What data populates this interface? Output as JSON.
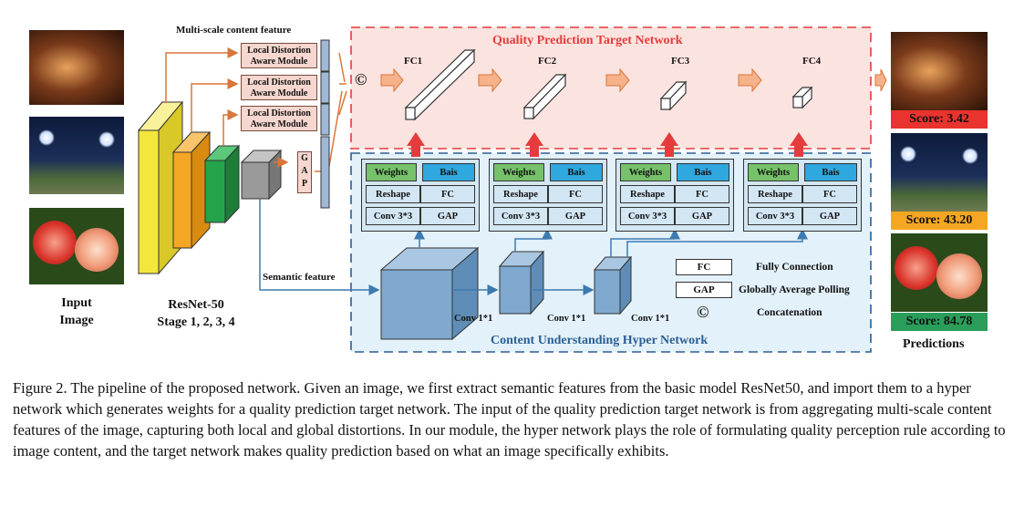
{
  "figure": {
    "multiscale_label": "Multi-scale content feature",
    "ldam_label_line1": "Local Distortion",
    "ldam_label_line2": "Aware Module",
    "gap_letters": [
      "G",
      "A",
      "P"
    ],
    "concat_symbol": "©",
    "target_network_title": "Quality Prediction Target Network",
    "fc_labels": [
      "FC1",
      "FC2",
      "FC3",
      "FC4"
    ],
    "input_label_line1": "Input",
    "input_label_line2": "Image",
    "resnet_label_line1": "ResNet-50",
    "resnet_label_line2": "Stage 1, 2, 3, 4",
    "semantic_feature_label": "Semantic feature",
    "hyper_network_title": "Content Understanding Hyper Network",
    "hyper_block": {
      "weights": "Weights",
      "bais": "Bais",
      "reshape": "Reshape",
      "fc": "FC",
      "conv": "Conv 3*3",
      "gap": "GAP"
    },
    "conv11_label": "Conv 1*1",
    "legend": {
      "fc_box": "FC",
      "fc_text": "Fully Connection",
      "gap_box": "GAP",
      "gap_text": "Globally Average Polling",
      "concat_symbol": "©",
      "concat_text": "Concatenation"
    },
    "scores": [
      "Score:  3.42",
      "Score:  43.20",
      "Score:  84.78"
    ],
    "score_colors": [
      "#e8332e",
      "#f5a623",
      "#2a9d5a"
    ],
    "predictions_label": "Predictions"
  },
  "caption": "Figure 2. The pipeline of the proposed network. Given an image, we first extract semantic features from the basic model ResNet50, and import them to a hyper network which generates weights for a quality prediction target network. The input of the quality prediction target network is from aggregating multi-scale content features of the image, capturing both local and global distortions. In our module, the hyper network plays the role of formulating quality perception rule according to image content, and the target network makes quality prediction based on what an image specifically exhibits."
}
